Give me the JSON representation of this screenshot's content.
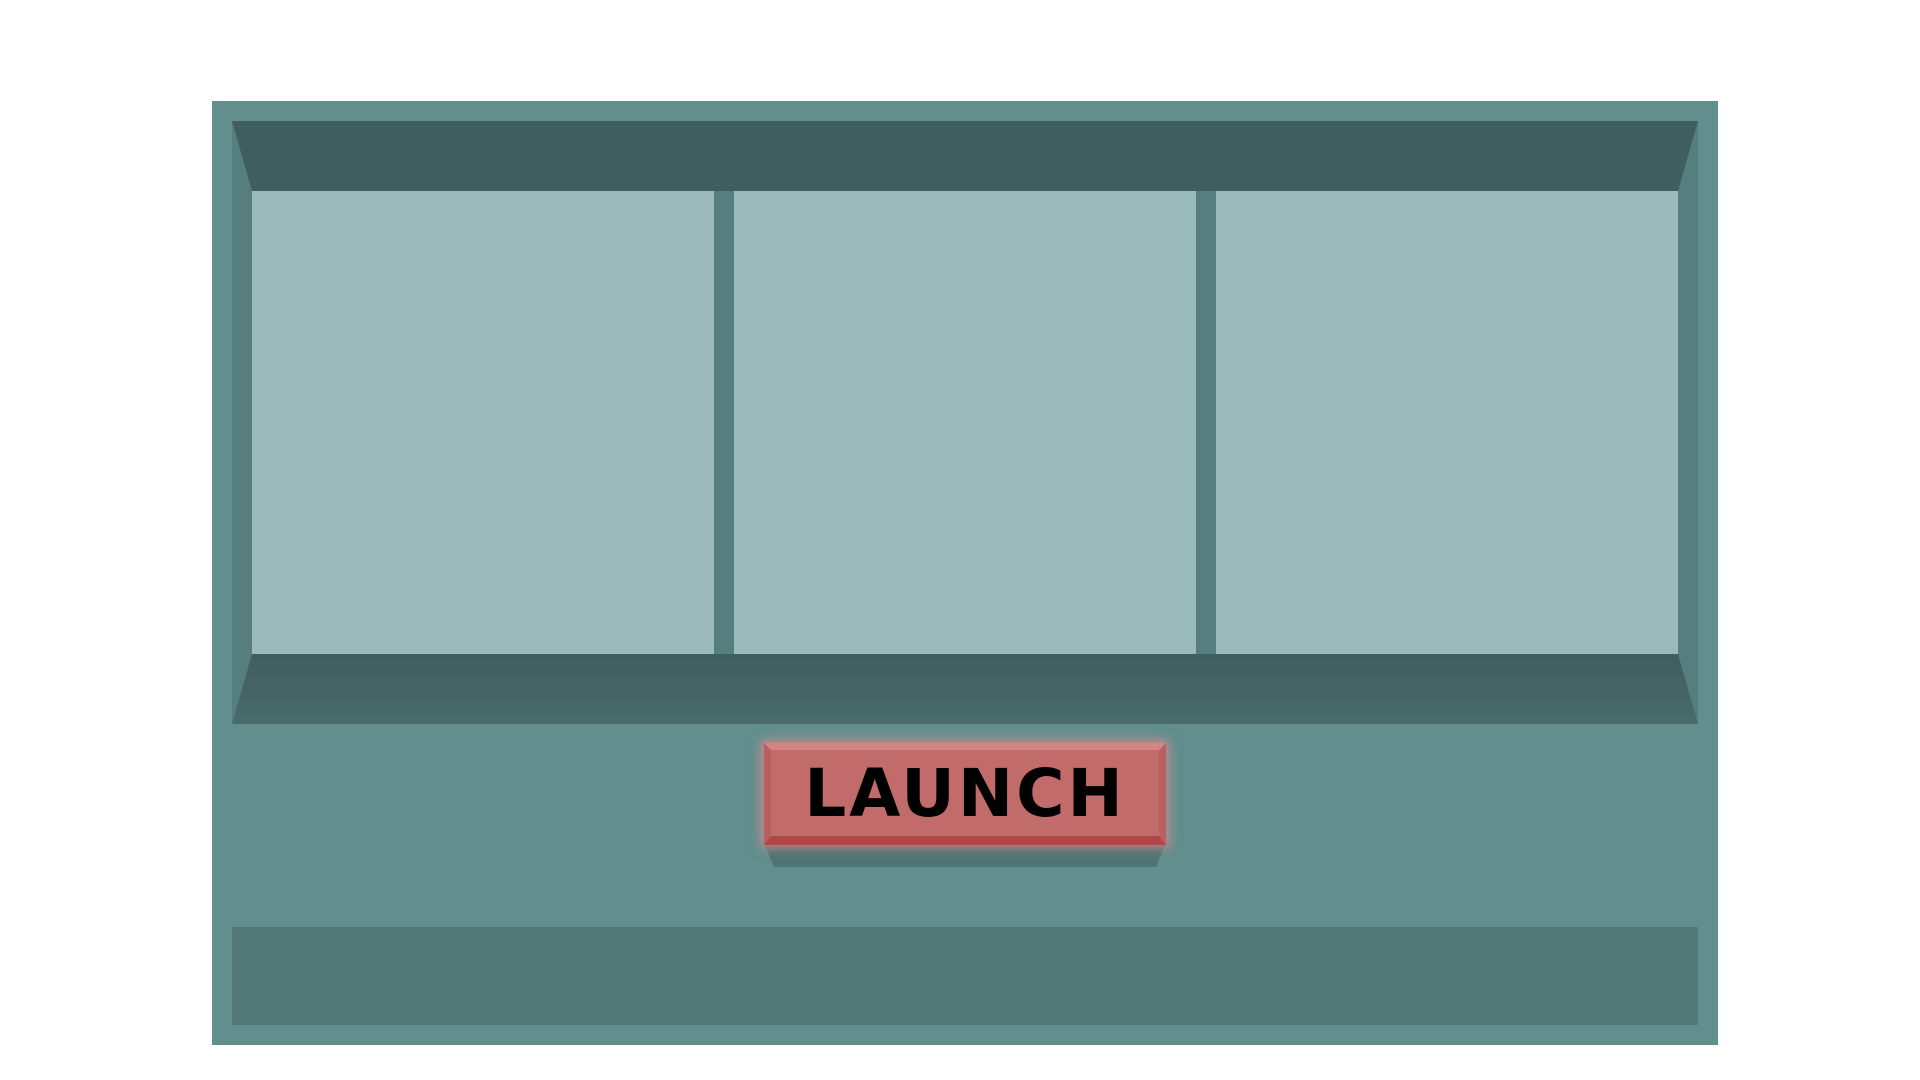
{
  "launch_button": {
    "label": "LAUNCH"
  },
  "reels": [
    {
      "id": "reel-1",
      "symbol": ""
    },
    {
      "id": "reel-2",
      "symbol": ""
    },
    {
      "id": "reel-3",
      "symbol": ""
    }
  ],
  "colors": {
    "cabinet": "#628e8e",
    "reel_window": "#9bbaba",
    "bevel_dark": "#3f5f5f",
    "launch_button": "#c26b6b",
    "tray": "#537878"
  }
}
